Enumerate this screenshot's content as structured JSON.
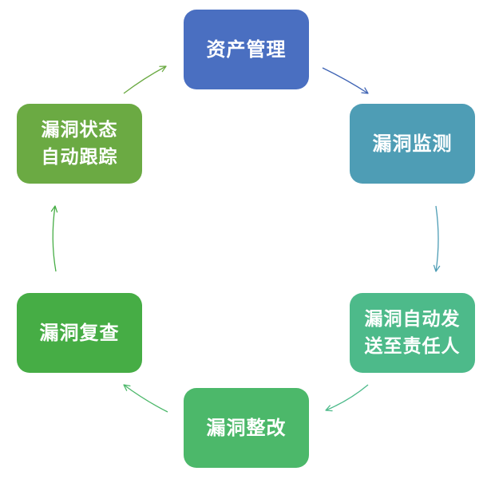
{
  "nodes": {
    "asset": {
      "lines": [
        "资产管理"
      ],
      "color": "#4A6FC1"
    },
    "monitor": {
      "lines": [
        "漏洞监测"
      ],
      "color": "#4E9DB5"
    },
    "send": {
      "lines": [
        "漏洞自动发",
        "送至责任人"
      ],
      "color": "#4DBA8A"
    },
    "fix": {
      "lines": [
        "漏洞整改"
      ],
      "color": "#4CB86A"
    },
    "review": {
      "lines": [
        "漏洞复查"
      ],
      "color": "#46AD45"
    },
    "track": {
      "lines": [
        "漏洞状态",
        "自动跟踪"
      ],
      "color": "#6BAA43"
    }
  },
  "arrows": {
    "asset_to_monitor": {
      "color": "#3F64B4"
    },
    "monitor_to_send": {
      "color": "#4E9DB5"
    },
    "send_to_fix": {
      "color": "#4DBA8A"
    },
    "fix_to_review": {
      "color": "#4CB86A"
    },
    "review_to_track": {
      "color": "#46AD45"
    },
    "track_to_asset": {
      "color": "#6BAA43"
    }
  }
}
